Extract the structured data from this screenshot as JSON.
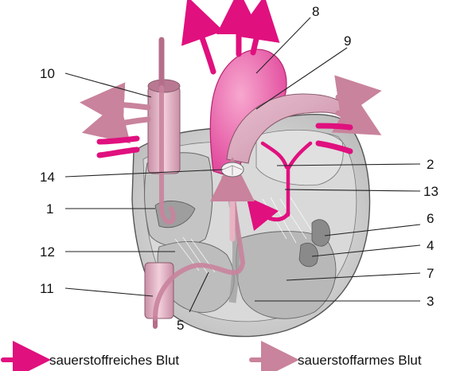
{
  "labels": {
    "l1": "1",
    "l2": "2",
    "l3": "3",
    "l4": "4",
    "l5": "5",
    "l6": "6",
    "l7": "7",
    "l8": "8",
    "l9": "9",
    "l10": "10",
    "l11": "11",
    "l12": "12",
    "l13": "13",
    "l14": "14"
  },
  "legend": {
    "oxygen_rich": "sauerstoffreiches Blut",
    "oxygen_poor": "sauerstoffarmes Blut"
  },
  "colors": {
    "oxygen_rich": "#e0107e",
    "oxygen_poor": "#c9839c",
    "aorta": "#ec5aa2",
    "vena_cava": "#e8b4c4",
    "heart_wall": "#e6e6e6",
    "chamber": "#cfcfcf"
  }
}
